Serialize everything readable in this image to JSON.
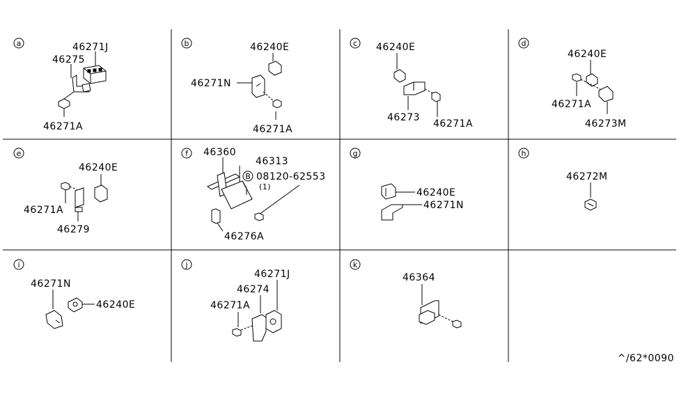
{
  "footer_code": "^/62*0090",
  "panels": [
    {
      "tag": "a",
      "labels": [
        "46271J",
        "46275",
        "46271A"
      ]
    },
    {
      "tag": "b",
      "labels": [
        "46240E",
        "46271N",
        "46271A"
      ]
    },
    {
      "tag": "c",
      "labels": [
        "46240E",
        "46273",
        "46271A"
      ]
    },
    {
      "tag": "d",
      "labels": [
        "46240E",
        "46271A",
        "46273M"
      ]
    },
    {
      "tag": "e",
      "labels": [
        "46240E",
        "46271A",
        "46279"
      ]
    },
    {
      "tag": "f",
      "labels": [
        "46360",
        "46313",
        "08120-62553",
        "(1)",
        "46276A"
      ],
      "bolt_marker": "B"
    },
    {
      "tag": "g",
      "labels": [
        "46240E",
        "46271N"
      ]
    },
    {
      "tag": "h",
      "labels": [
        "46272M"
      ]
    },
    {
      "tag": "i",
      "labels": [
        "46271N",
        "46240E"
      ]
    },
    {
      "tag": "j",
      "labels": [
        "46271J",
        "46274",
        "46271A"
      ]
    },
    {
      "tag": "k",
      "labels": [
        "46364"
      ]
    }
  ]
}
